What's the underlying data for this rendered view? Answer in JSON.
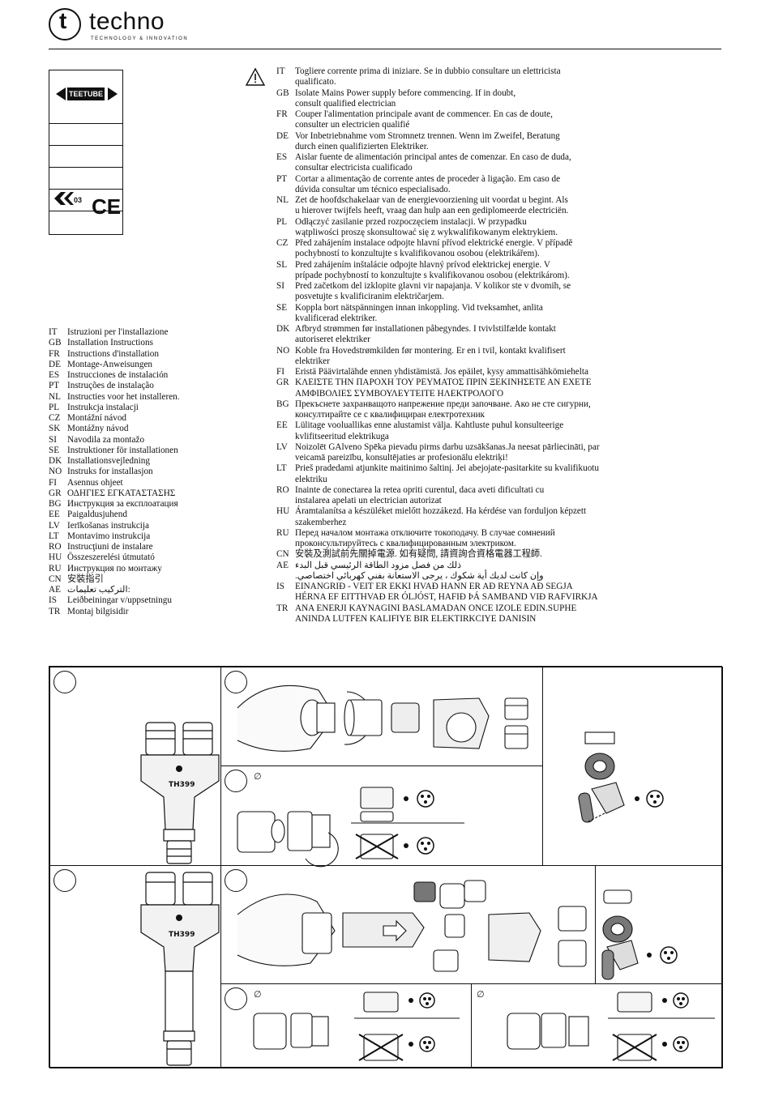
{
  "brand": {
    "letter": "t",
    "name": "techno",
    "tagline": "TECHNOLOGY & INNOVATION"
  },
  "product": {
    "badge": "TEETUBE",
    "ukca": "03",
    "ce": "CE"
  },
  "install_instructions": [
    {
      "code": "IT",
      "text": "Istruzioni per l'installazione"
    },
    {
      "code": "GB",
      "text": "Installation Instructions"
    },
    {
      "code": "FR",
      "text": "Instructions d'installation"
    },
    {
      "code": "DE",
      "text": "Montage-Anweisungen"
    },
    {
      "code": "ES",
      "text": "Instrucciones de instalación"
    },
    {
      "code": "PT",
      "text": "Instruções de instalação"
    },
    {
      "code": "NL",
      "text": "Instructies voor het installeren."
    },
    {
      "code": "PL",
      "text": "Instrukcja instalacji"
    },
    {
      "code": "CZ",
      "text": "Montážní návod"
    },
    {
      "code": "SK",
      "text": "Montážny návod"
    },
    {
      "code": "SI",
      "text": "Navodila za montažo"
    },
    {
      "code": "SE",
      "text": "Instruktioner för installationen"
    },
    {
      "code": "DK",
      "text": "Installationsvejledning"
    },
    {
      "code": "NO",
      "text": "Instruks for installasjon"
    },
    {
      "code": "FI",
      "text": "Asennus ohjeet"
    },
    {
      "code": "GR",
      "text": "ΟΔΗΓΙΕΣ ΕΓΚΑΤΑΣΤΑΣΗΣ"
    },
    {
      "code": "BG",
      "text": "Инструкция за експлоатация"
    },
    {
      "code": "EE",
      "text": "Paigaldusjuhend"
    },
    {
      "code": "LV",
      "text": "Ierīkošanas instrukcija"
    },
    {
      "code": "LT",
      "text": "Montavimo instrukcija"
    },
    {
      "code": "RO",
      "text": "Instrucţiuni de instalare"
    },
    {
      "code": "HU",
      "text": "Összeszerelési útmutató"
    },
    {
      "code": "RU",
      "text": "Инструкция по монтажу"
    },
    {
      "code": "CN",
      "text": "安裝指引"
    },
    {
      "code": "AE",
      "text": "التركيب تعليمات:"
    },
    {
      "code": "IS",
      "text": "Leiðbeiningar v/uppsetningu"
    },
    {
      "code": "TR",
      "text": "Montaj bilgisidir"
    }
  ],
  "warnings": [
    {
      "code": "IT",
      "lines": [
        "Togliere corrente prima di iniziare. Se in dubbio consultare un elettricista",
        "qualificato."
      ]
    },
    {
      "code": "GB",
      "lines": [
        "Isolate Mains Power supply before commencing. If in doubt,",
        "consult qualified electrician"
      ]
    },
    {
      "code": "FR",
      "lines": [
        "Couper l'alimentation principale avant de commencer. En cas de doute,",
        "consulter un electricien qualifié"
      ]
    },
    {
      "code": "DE",
      "lines": [
        "Vor Inbetriebnahme vom Stromnetz trennen.  Wenn im Zweifel, Beratung",
        "durch einen qualifizierten Elektriker."
      ]
    },
    {
      "code": "ES",
      "lines": [
        "Aislar fuente de alimentación principal antes de comenzar. En caso de duda,",
        "consultar electricista cualificado"
      ]
    },
    {
      "code": "PT",
      "lines": [
        "Cortar a alimentação de corrente antes de proceder à ligação. Em caso de",
        "dúvida consultar um técnico especialisado."
      ]
    },
    {
      "code": "NL",
      "lines": [
        "Zet de hoofdschakelaar van de energievoorziening uit voordat u begint. Als",
        "u hierover twijfels heeft, vraag dan hulp aan een gediplomeerde electriciën."
      ]
    },
    {
      "code": "PL",
      "lines": [
        "Odłączyć zasilanie przed rozpoczęciem instalacji. W przypadku",
        "wątpliwości proszę skonsultować się z wykwalifikowanym elektrykiem."
      ]
    },
    {
      "code": "CZ",
      "lines": [
        "Před zahájením instalace odpojte hlavní přívod elektrické energie. V případě",
        "pochybností to konzultujte s kvalifikovanou osobou (elektrikářem)."
      ]
    },
    {
      "code": "SL",
      "lines": [
        "Pred zahájením inštalácie odpojte hlavný prívod elektrickej energie. V",
        "prípade pochybností to konzultujte s kvalifikovanou osobou (elektrikárom)."
      ]
    },
    {
      "code": "SI",
      "lines": [
        "Pred začetkom del izklopite glavni vir napajanja. V kolikor ste v dvomih, se",
        "posvetujte s kvalificiranim električarjem."
      ]
    },
    {
      "code": "SE",
      "lines": [
        "Koppla bort nätspänningen innan inkoppling. Vid tveksamhet, anlita",
        "kvalificerad elektriker."
      ]
    },
    {
      "code": "DK",
      "lines": [
        "Afbryd strømmen før installationen påbegyndes. I tvivlstilfælde kontakt",
        "autoriseret elektriker"
      ]
    },
    {
      "code": "NO",
      "lines": [
        "Koble fra Hovedstrømkilden før montering. Er en i tvil, kontakt kvalifisert",
        "elektriker"
      ]
    },
    {
      "code": "FI",
      "lines": [
        "Eristä Päävirtalähde ennen yhdistämistä. Jos epäilet, kysy ammattisähkömiehelta"
      ]
    },
    {
      "code": "GR",
      "lines": [
        "ΚΛΕΙΣΤΕ ΤΗΝ ΠΑΡΟΧΗ ΤΟΥ ΡΕΥΜΑΤΟΣ ΠΡΙΝ ΞΕΚΙΝΗΣΕΤΕ ΑΝ ΕΧΕΤΕ",
        "ΑΜΦΙΒΟΛΙΕΣ ΣΥΜΒΟΥΛΕΥΤΕΙΤΕ ΗΛΕΚΤΡΟΛΟΓΟ"
      ]
    },
    {
      "code": "BG",
      "lines": [
        "Прекъснете захранващото напрежение преди започване. Ако не сте сигурни,",
        "консултирайте се с квалифициран електротехник"
      ]
    },
    {
      "code": "EE",
      "lines": [
        "Lülitage vooluallikas enne alustamist välja. Kahtluste puhul konsulteerige",
        "kvlifitseeritud elektrikuga"
      ]
    },
    {
      "code": "LV",
      "lines": [
        "Noizolēt GAlveno Spēka pievadu pirms darbu uzsākšanas.Ja neesat pārliecināti, par",
        "veicamā pareizību, konsultējaties ar profesionālu elektriķi!"
      ]
    },
    {
      "code": "LT",
      "lines": [
        "Prieš pradedami atjunkite maitinimo šaltinį. Jei abejojate-pasitarkite su kvalifikuotu",
        "elektriku"
      ]
    },
    {
      "code": "RO",
      "lines": [
        "Inainte de conectarea la retea opriti curentul, daca aveti dificultati cu",
        "instalarea apelati un electrician autorizat"
      ]
    },
    {
      "code": "HU",
      "lines": [
        "Áramtalanítsa a készüléket mielőtt hozzákezd. Ha kérdése van forduljon képzett",
        "szakemberhez"
      ]
    },
    {
      "code": "RU",
      "lines": [
        "Перед началом монтажа отключите токоподачу. В случае сомнений",
        "проконсультируйтесь с квалифицированным электриком."
      ]
    },
    {
      "code": "CN",
      "lines": [
        "安裝及測試前先關掉電源. 如有疑問, 請資詢合資格電器工程師."
      ]
    },
    {
      "code": "AE",
      "lines": [
        "ذلك من فصل مزود الطاقة الرئيسي قبل البدء",
        "وإن كانت لديك أية شكوك ، يرجى الاستعانة بفني كهربائي اختصاصي."
      ]
    },
    {
      "code": "IS",
      "lines": [
        "EINANGRIÐ - VEIT ER EKKI HVAÐ HANN ER AÐ REYNA AÐ SEGJA",
        "HÉRNA EF EITTHVAÐ ER ÓLJÓST, HAFIÐ ÞÁ SAMBAND VIÐ RAFVIRKJA"
      ]
    },
    {
      "code": "TR",
      "lines": [
        "ANA  ENERJI KAYNAGINI    BASLAMADAN ONCE IZOLE EDIN.SUPHE",
        "ANINDA LUTFEN KALIFIYE BIR ELEKTIRKCIYE DANISIN"
      ]
    }
  ],
  "diagram": {
    "model_label": "TH399",
    "diameter_symbol": "∅",
    "hole_dots": "• ⁝",
    "colors": {
      "ink": "#111111",
      "fill": "#e6e6e6",
      "dark": "#555555"
    }
  }
}
